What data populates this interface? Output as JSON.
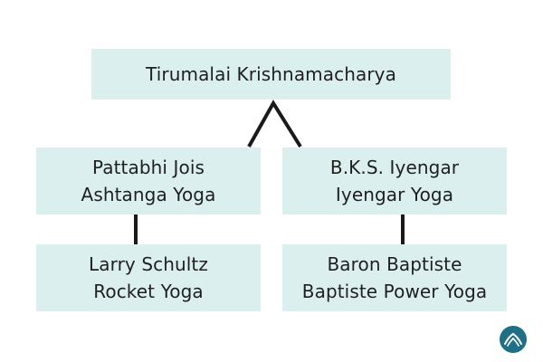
{
  "nodes": {
    "root": {
      "name": "Tirumalai Krishnamacharya"
    },
    "pattabhi": {
      "name": "Pattabhi Jois",
      "style": "Ashtanga Yoga"
    },
    "iyengar": {
      "name": "B.K.S. Iyengar",
      "style": "Iyengar Yoga"
    },
    "schultz": {
      "name": "Larry Schultz",
      "style": "Rocket Yoga"
    },
    "baptiste": {
      "name": "Baron Baptiste",
      "style": "Baptiste Power Yoga"
    }
  },
  "colors": {
    "node_fill": "#dcefef",
    "text": "#1f1f1f",
    "connector": "#1a1a1a",
    "logo": "#1f6f86"
  },
  "icons": {
    "logo": "mountain-wave-logo-icon"
  }
}
